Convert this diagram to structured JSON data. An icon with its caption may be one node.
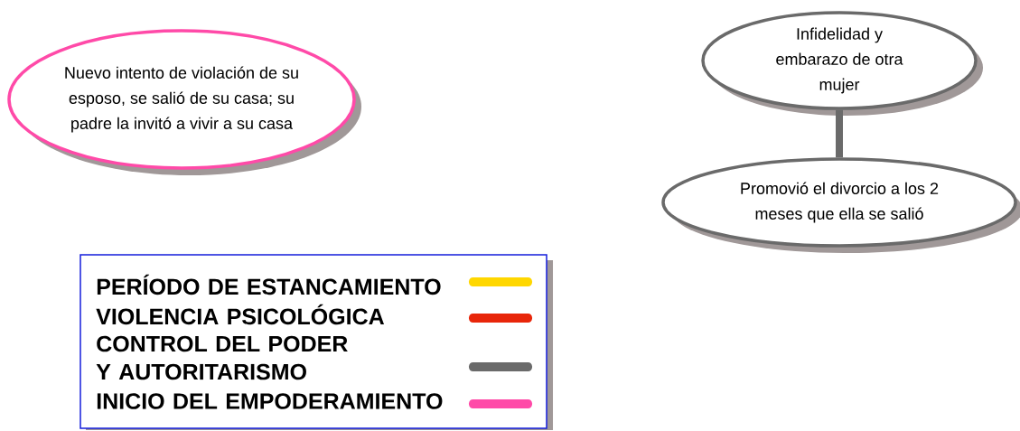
{
  "diagram": {
    "nodes": [
      {
        "text": [
          "Nuevo intento de violación de su esposo, se salió de su casa; su padre la invitó a vivir a su casa"
        ]
      },
      {
        "text": [
          "Infidelidad y embarazo de otra mujer"
        ]
      },
      {
        "text": [
          "Promovió el divorcio a los 2 meses que ella se salió"
        ]
      }
    ],
    "edges": [
      {
        "from": 1,
        "to": 2,
        "arrow": "none"
      }
    ],
    "legend": [
      {
        "text": "PERÍODO DE ESTANCAMIENTO",
        "color": "#ffd700"
      },
      {
        "text": "VIOLENCIA PSICOLÓGICA",
        "color": "#e8260a"
      },
      {
        "text": "CONTROL DEL PODER Y AUTORITARISMO",
        "color": "#6a6a6a"
      },
      {
        "text": "INICIO DEL EMPODERAMIENTO",
        "color": "#ff4aa8"
      }
    ]
  }
}
